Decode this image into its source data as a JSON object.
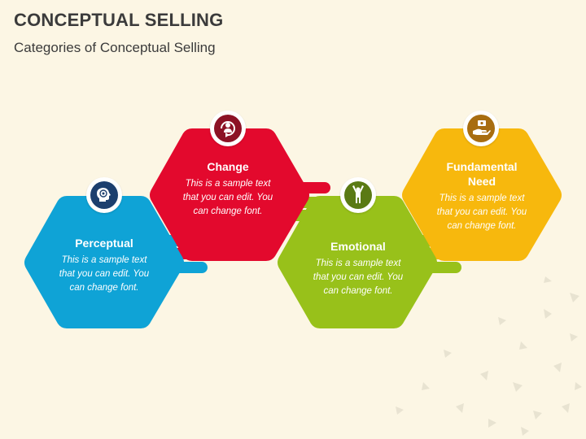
{
  "header": {
    "title": "CONCEPTUAL SELLING",
    "subtitle": "Categories of Conceptual Selling"
  },
  "cards": [
    {
      "name": "Perceptual",
      "name_lines": [
        "Perceptual"
      ],
      "icon": "head-target-icon",
      "color": "#0fa3d6",
      "desc_lines": [
        "This is a sample text",
        "that you can edit. You",
        "can change font."
      ]
    },
    {
      "name": "Change",
      "name_lines": [
        "Change"
      ],
      "icon": "person-cycle-icon",
      "color": "#e3092d",
      "desc_lines": [
        "This is a sample text",
        "that you can edit. You",
        "can change font."
      ]
    },
    {
      "name": "Emotional",
      "name_lines": [
        "Emotional"
      ],
      "icon": "person-arms-raised-icon",
      "color": "#98c11a",
      "desc_lines": [
        "This is a sample text",
        "that you can edit. You",
        "can change font."
      ]
    },
    {
      "name": "Fundamental Need",
      "name_lines": [
        "Fundamental",
        "Need"
      ],
      "icon": "hand-money-icon",
      "color": "#f7b80d",
      "desc_lines": [
        "This is a sample text",
        "that you can edit. You",
        "can change font."
      ]
    }
  ],
  "badge_ring_colors": {
    "perceptual": "#1c3f6e",
    "change": "#8c1225",
    "emotional": "#5a7a14",
    "fundamental": "#a86d10"
  }
}
